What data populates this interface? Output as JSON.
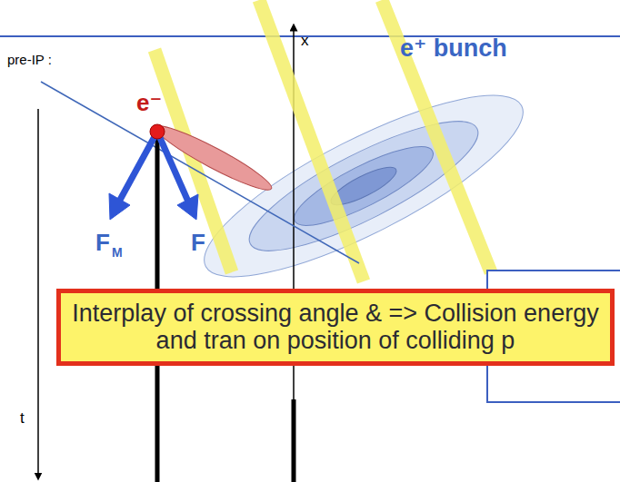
{
  "diagram": {
    "nodes": [
      {
        "text": [
          "Interplay of crossing angle & => Collision energy and tran on position of colliding p"
        ]
      }
    ],
    "labels": [
      "pre-IP :",
      "x",
      "e⁻",
      "e⁺ bunch",
      "F",
      "M",
      "F",
      "t"
    ]
  }
}
